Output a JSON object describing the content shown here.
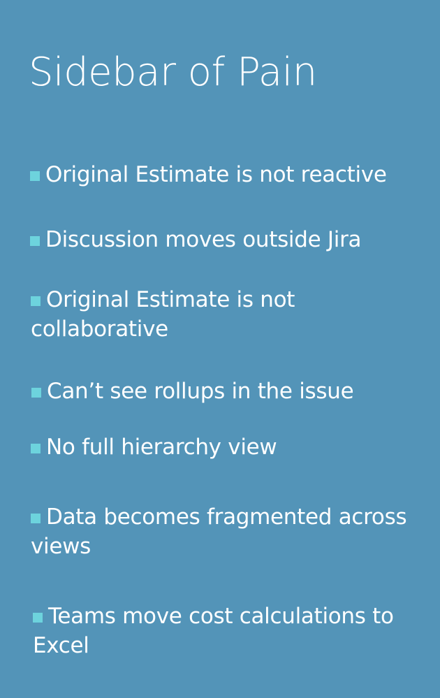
{
  "slide": {
    "title": "Sidebar of Pain",
    "background_color": "#5394b8",
    "bullet_color": "#6dd3dd",
    "text_color": "#ffffff",
    "items": [
      {
        "text": "Original Estimate is not reactive"
      },
      {
        "text": "Discussion moves outside Jira"
      },
      {
        "text": "Original Estimate is not collaborative"
      },
      {
        "text": "Can’t see rollups in the issue"
      },
      {
        "text": "No full hierarchy view"
      },
      {
        "text": "Data becomes fragmented across views"
      },
      {
        "text": "Teams move cost calculations to Excel"
      }
    ]
  }
}
